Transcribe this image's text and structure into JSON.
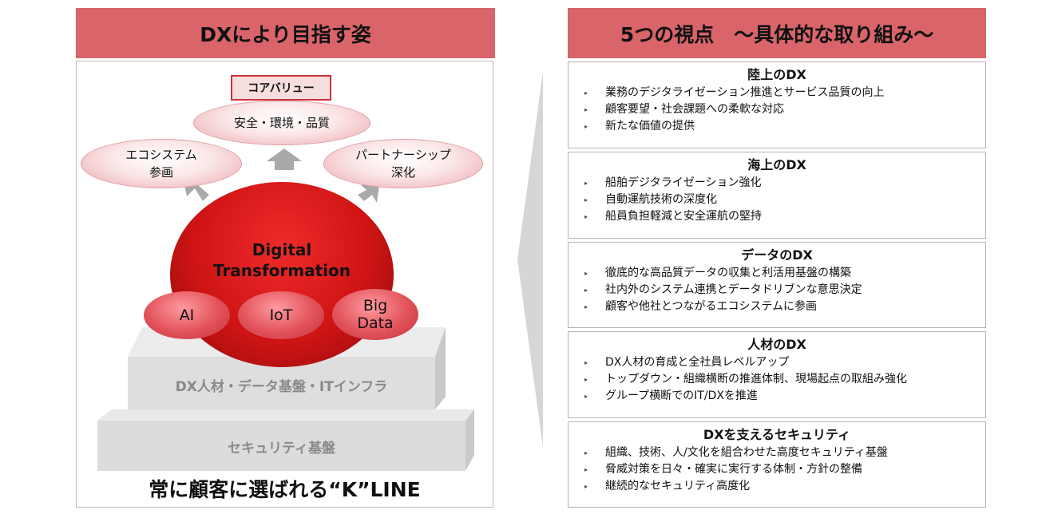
{
  "left_panel": {
    "header": "DXにより目指す姿",
    "core_value_label": "コアバリュー",
    "top_value": "安全・環境・品質",
    "left_value": [
      "エコシステム",
      "参画"
    ],
    "right_value": [
      "パートナーシップ",
      "深化"
    ],
    "center": [
      "Digital",
      "Transformation"
    ],
    "pillars": [
      [
        "AI"
      ],
      [
        "IoT"
      ],
      [
        "Big",
        "Data"
      ]
    ],
    "layer_upper": "DX人材・データ基盤・ITインフラ",
    "layer_lower": "セキュリティ基盤",
    "motto": "常に顧客に選ばれる“K”LINE"
  },
  "right_panel": {
    "header": "5つの視点　～具体的な取り組み～",
    "sections": [
      {
        "title": "陸上のDX",
        "items": [
          "業務のデジタライゼーション推進とサービス品質の向上",
          "顧客要望・社会課題への柔軟な対応",
          "新たな価値の提供"
        ]
      },
      {
        "title": "海上のDX",
        "items": [
          "船舶デジタライゼーション強化",
          "自動運航技術の深度化",
          "船員負担軽減と安全運航の堅持"
        ]
      },
      {
        "title": "データのDX",
        "items": [
          "徹底的な高品質データの収集と利活用基盤の構築",
          "社内外のシステム連携とデータドリブンな意思決定",
          "顧客や他社とつながるエコシステムに参画"
        ]
      },
      {
        "title": "人材のDX",
        "items": [
          "DX人材の育成と全社員レベルアップ",
          "トップダウン・組織横断の推進体制、現場起点の取組み強化",
          "グループ横断でのIT/DXを推進"
        ]
      },
      {
        "title": "DXを支えるセキュリティ",
        "items": [
          "組織、技術、人/文化を組合わせた高度セキュリティ基盤",
          "脅威対策を日々・確実に実行する体制・方針の整備",
          "継続的なセキュリティ高度化"
        ]
      }
    ]
  },
  "colors": {
    "header_bg": "#d9646a",
    "core_red": "#cf1414",
    "border_gray": "#b4b4b4"
  }
}
